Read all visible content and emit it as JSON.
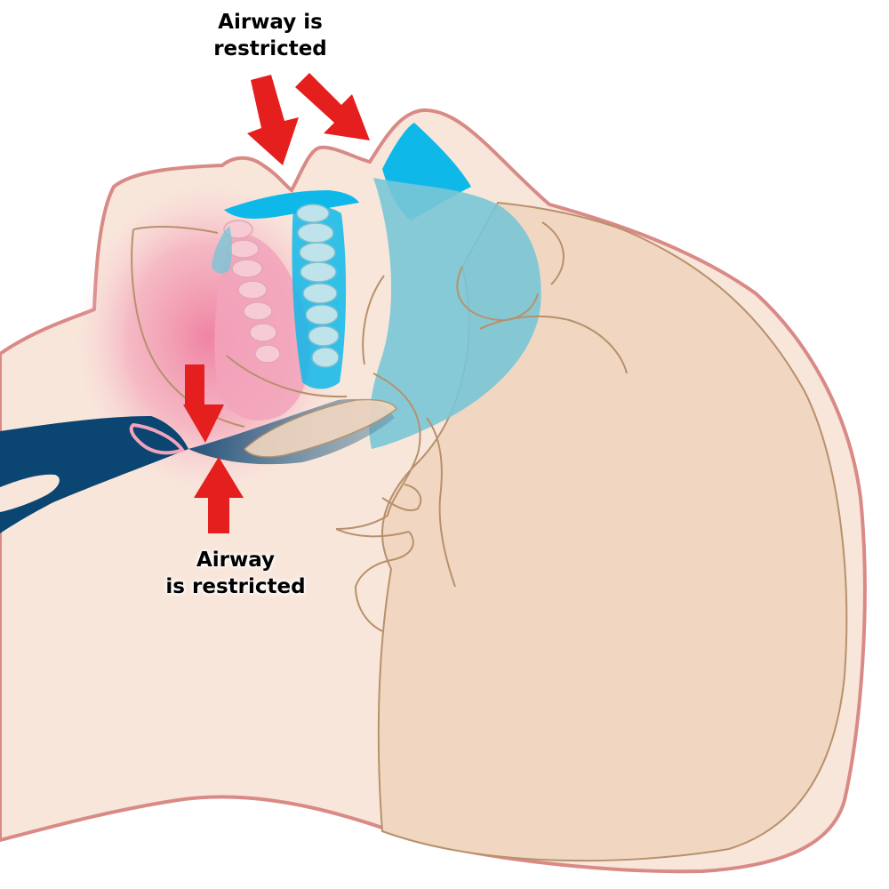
{
  "labels": {
    "top": {
      "line1": "Airway is",
      "line2": "restricted"
    },
    "bottom": {
      "line1": "Airway",
      "line2": "is restricted"
    }
  },
  "colors": {
    "skin": "#f8e6da",
    "skin_shade": "#f1d7c1",
    "outline": "#d98a86",
    "inner_line": "#b7916c",
    "airway_blue": "#0eb9ea",
    "airway_teal": "#79c6d6",
    "trachea": "#0b4571",
    "tongue_pink": "#f2a3bb",
    "teeth": "#f6cbd4",
    "arrow_red": "#e51e1e"
  },
  "icons": {
    "arrows": "red-block-arrow-icon"
  }
}
